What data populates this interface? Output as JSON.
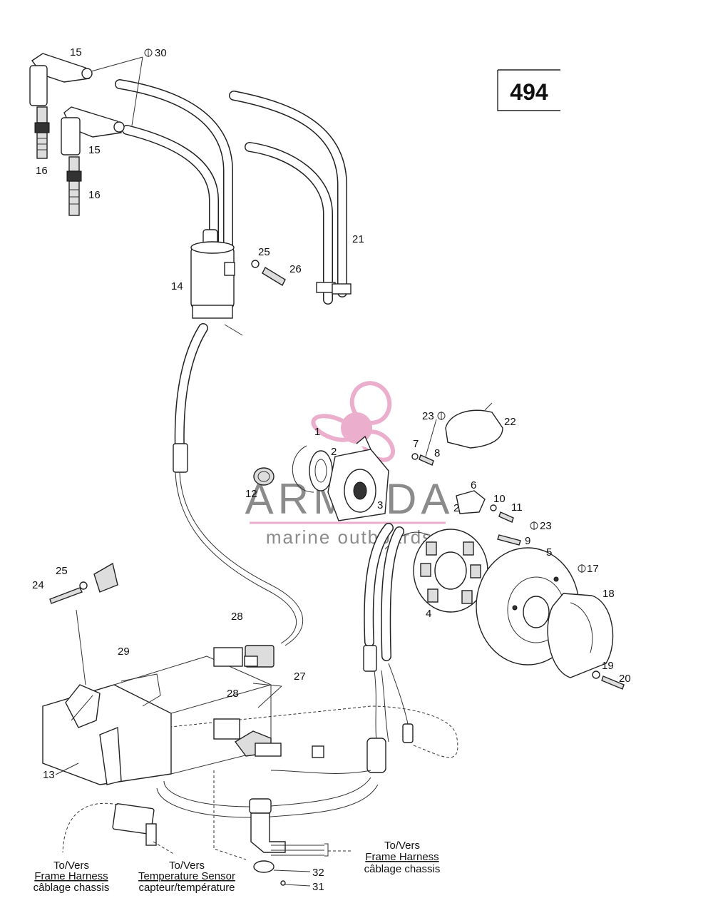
{
  "page_number": "494",
  "callouts": {
    "c1": "1",
    "c2a": "2",
    "c2b": "2",
    "c3": "3",
    "c4": "4",
    "c5": "5",
    "c6": "6",
    "c7": "7",
    "c8": "8",
    "c9": "9",
    "c10": "10",
    "c11": "11",
    "c12": "12",
    "c13": "13",
    "c14": "14",
    "c15a": "15",
    "c15b": "15",
    "c16a": "16",
    "c16b": "16",
    "c17": "17",
    "c18": "18",
    "c19": "19",
    "c20": "20",
    "c21": "21",
    "c22": "22",
    "c23a": "23",
    "c23b": "23",
    "c24": "24",
    "c25a": "25",
    "c25b": "25",
    "c26": "26",
    "c27": "27",
    "c28a": "28",
    "c28b": "28",
    "c29": "29",
    "c30": "30",
    "c31": "31",
    "c32": "32"
  },
  "notes": {
    "frame_left": [
      "To/Vers",
      "Frame Harness",
      "câblage chassis"
    ],
    "temp_sensor": [
      "To/Vers",
      "Temperature Sensor",
      "capteur/température"
    ],
    "frame_right": [
      "To/Vers",
      "Frame Harness",
      "câblage chassis"
    ]
  },
  "watermark": {
    "brand": "ARMADA",
    "tagline": "marine outboards"
  },
  "colors": {
    "logo_pink": "#e8a0c4",
    "line": "#222222"
  }
}
